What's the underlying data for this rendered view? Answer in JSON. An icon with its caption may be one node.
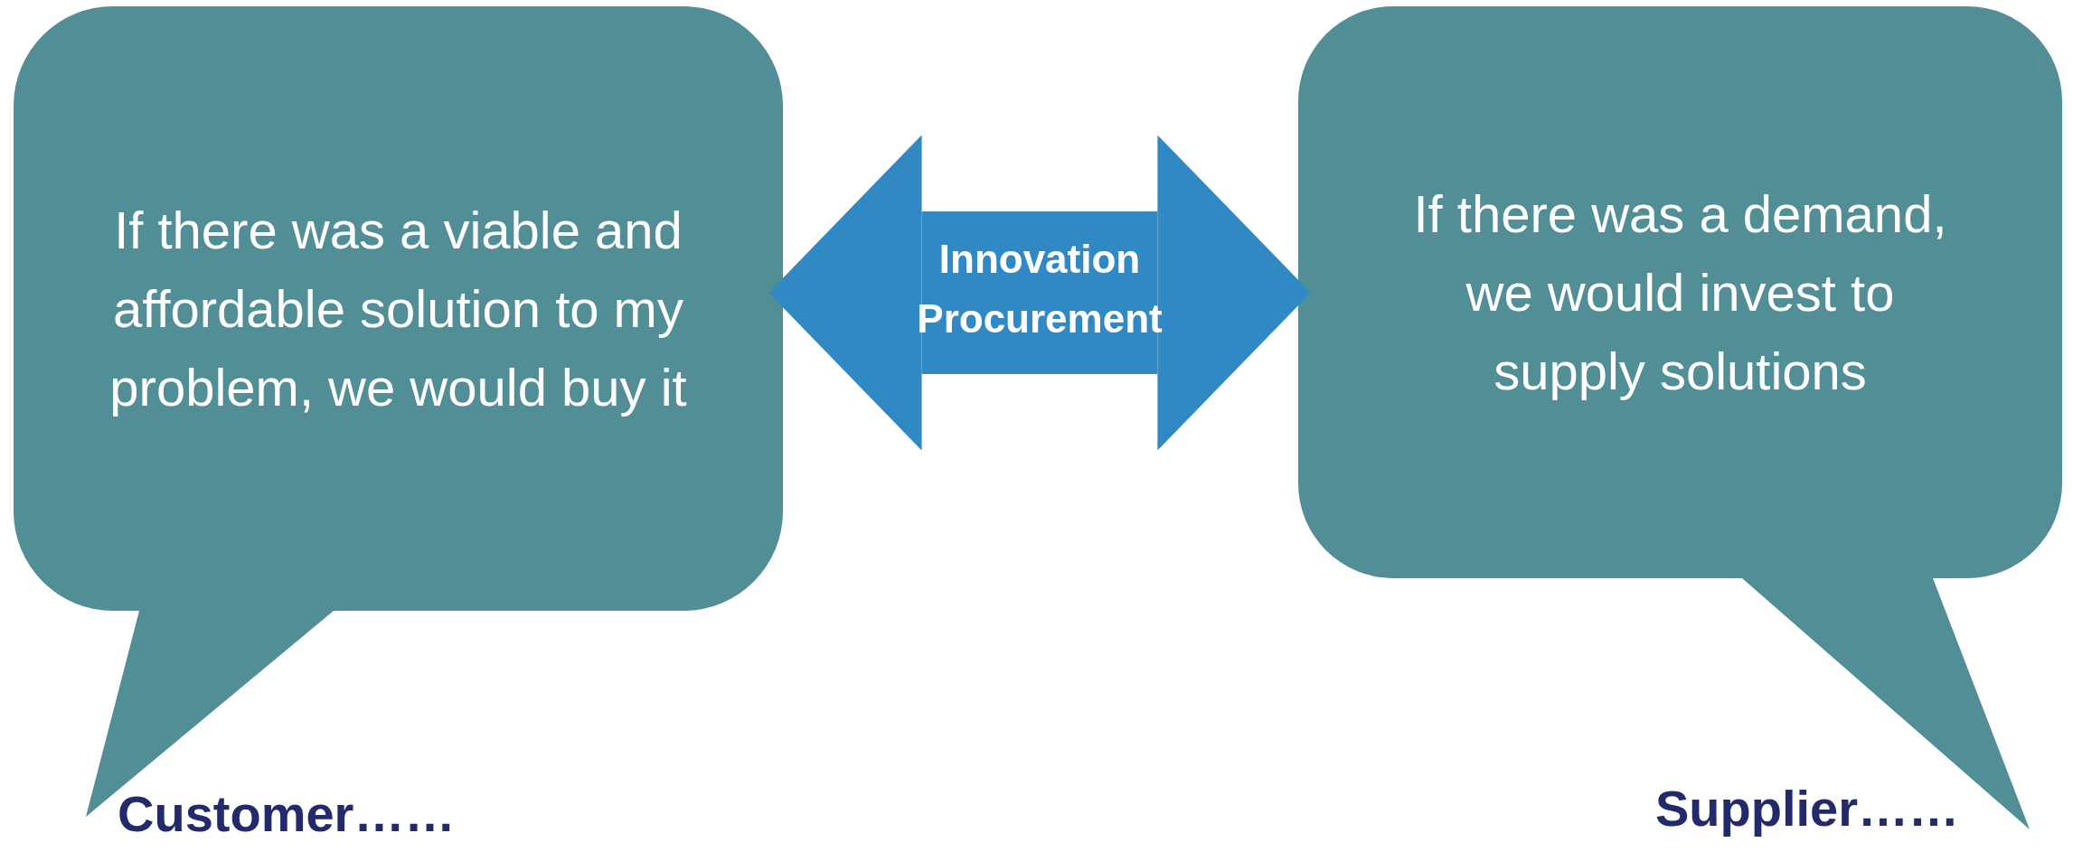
{
  "diagram": {
    "nodes": [
      {
        "text": [
          "If there was a viable and affordable solution to my problem, we would buy it"
        ],
        "beside": [
          "Customer……"
        ]
      },
      {
        "text": [
          "If there was a demand, we would invest to supply solutions"
        ],
        "beside": [
          "Supplier……"
        ]
      }
    ],
    "edges": [
      {
        "from": 0,
        "to": 1,
        "arrow": "both",
        "label": "Innovation Procurement"
      }
    ]
  }
}
